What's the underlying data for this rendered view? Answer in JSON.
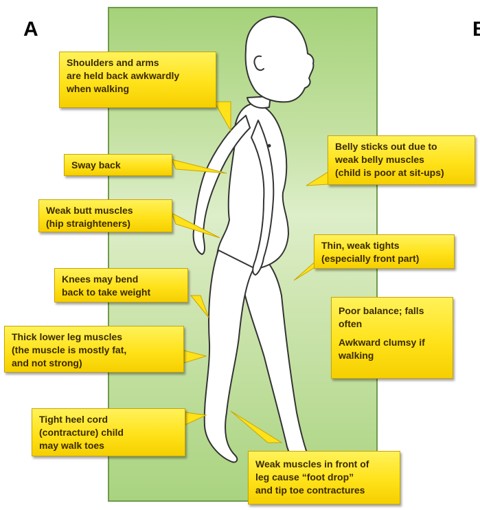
{
  "panel_labels": {
    "left": "A",
    "right": "B"
  },
  "callouts": {
    "shoulders": [
      "Shoulders and arms",
      "are held back awkwardly",
      "when walking"
    ],
    "sway_back": [
      "Sway back"
    ],
    "butt": [
      "Weak butt muscles",
      "(hip straighteners)"
    ],
    "knees": [
      "Knees may bend",
      "back to take weight"
    ],
    "lower_leg": [
      "Thick lower leg muscles",
      "(the muscle is mostly fat,",
      "and not strong)"
    ],
    "heel": [
      "Tight heel cord",
      "(contracture) child",
      "may walk toes"
    ],
    "belly": [
      "Belly sticks out due to",
      "weak belly muscles",
      "(child is poor at sit-ups)"
    ],
    "thighs": [
      "Thin, weak tights",
      "(especially front part)"
    ],
    "balance": [
      "Poor balance; falls",
      "often",
      "Awkward clumsy if",
      "walking"
    ],
    "foot_drop": [
      "Weak muscles in front of",
      "leg cause “foot drop”",
      "and tip toe contractures"
    ]
  },
  "colors": {
    "panel_green": "#b9dc93",
    "callout_yellow": "#ffe21a",
    "outline": "#333333"
  }
}
